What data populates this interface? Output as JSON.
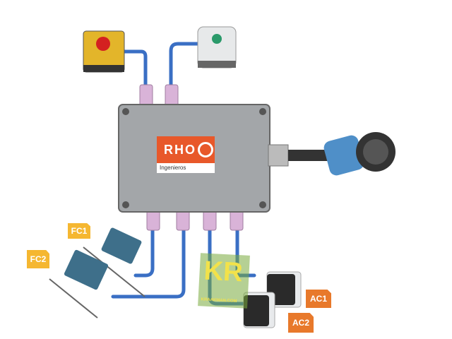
{
  "logo": {
    "brand": "RHO",
    "subtitle": "Ingenieros"
  },
  "labels": {
    "fc1": "FC1",
    "fc2": "FC2",
    "ac1": "AC1",
    "ac2": "AC2"
  },
  "watermark": {
    "text": "KR",
    "url": "KRAAKMAN.COM"
  },
  "colors": {
    "cable": "#3a6fc4",
    "box": "#9ea1a4",
    "orange": "#e8792b",
    "yellow": "#f5b731"
  }
}
